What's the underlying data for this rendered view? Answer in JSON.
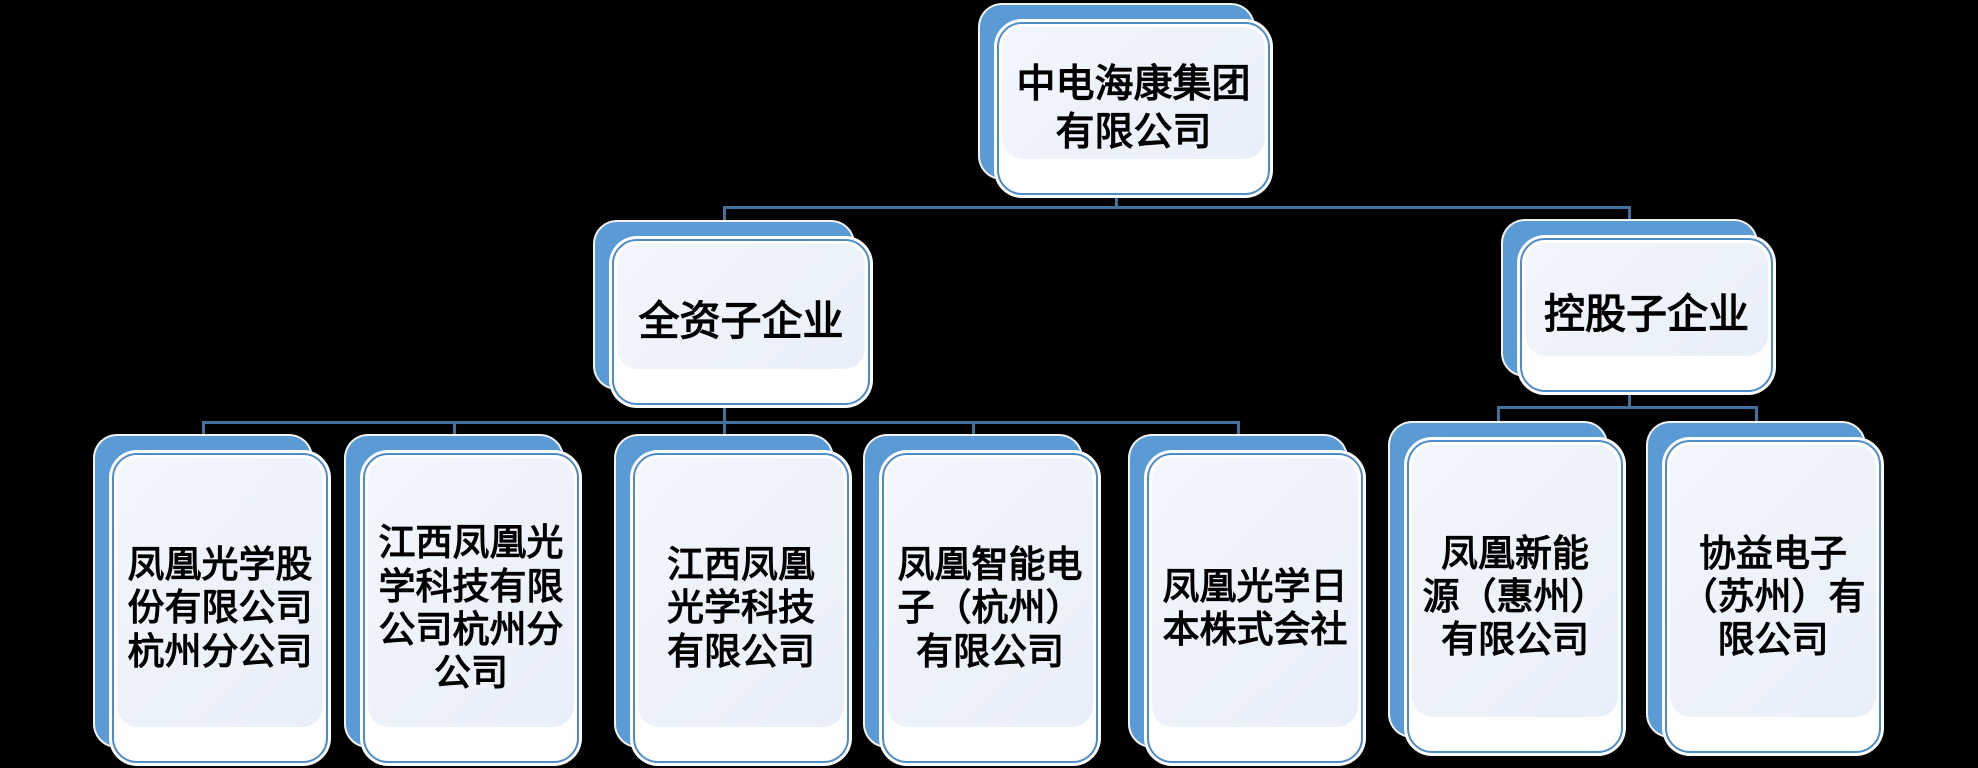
{
  "colors": {
    "background": "#000000",
    "shape_fill_back": "#5b9bd5",
    "shape_border": "#4e8bc8",
    "shape_fill_inner": "#e9eff9",
    "connector": "#41719c",
    "text": "#000000"
  },
  "org_chart": {
    "type": "org-chart",
    "root": {
      "name": "中电海康集团\n有限公司"
    },
    "branches": [
      {
        "label": "全资子企业",
        "children": [
          {
            "name": "凤凰光学股\n份有限公司\n杭州分公司"
          },
          {
            "name": "江西凤凰光\n学科技有限\n公司杭州分\n公司"
          },
          {
            "name": "江西凤凰\n光学科技\n有限公司"
          },
          {
            "name": "凤凰智能电\n子（杭州）\n有限公司"
          },
          {
            "name": "凤凰光学日\n本株式会社"
          }
        ]
      },
      {
        "label": "控股子企业",
        "children": [
          {
            "name": "凤凰新能\n源（惠州）\n有限公司"
          },
          {
            "name": "协益电子\n（苏州）有\n限公司"
          }
        ]
      }
    ]
  }
}
